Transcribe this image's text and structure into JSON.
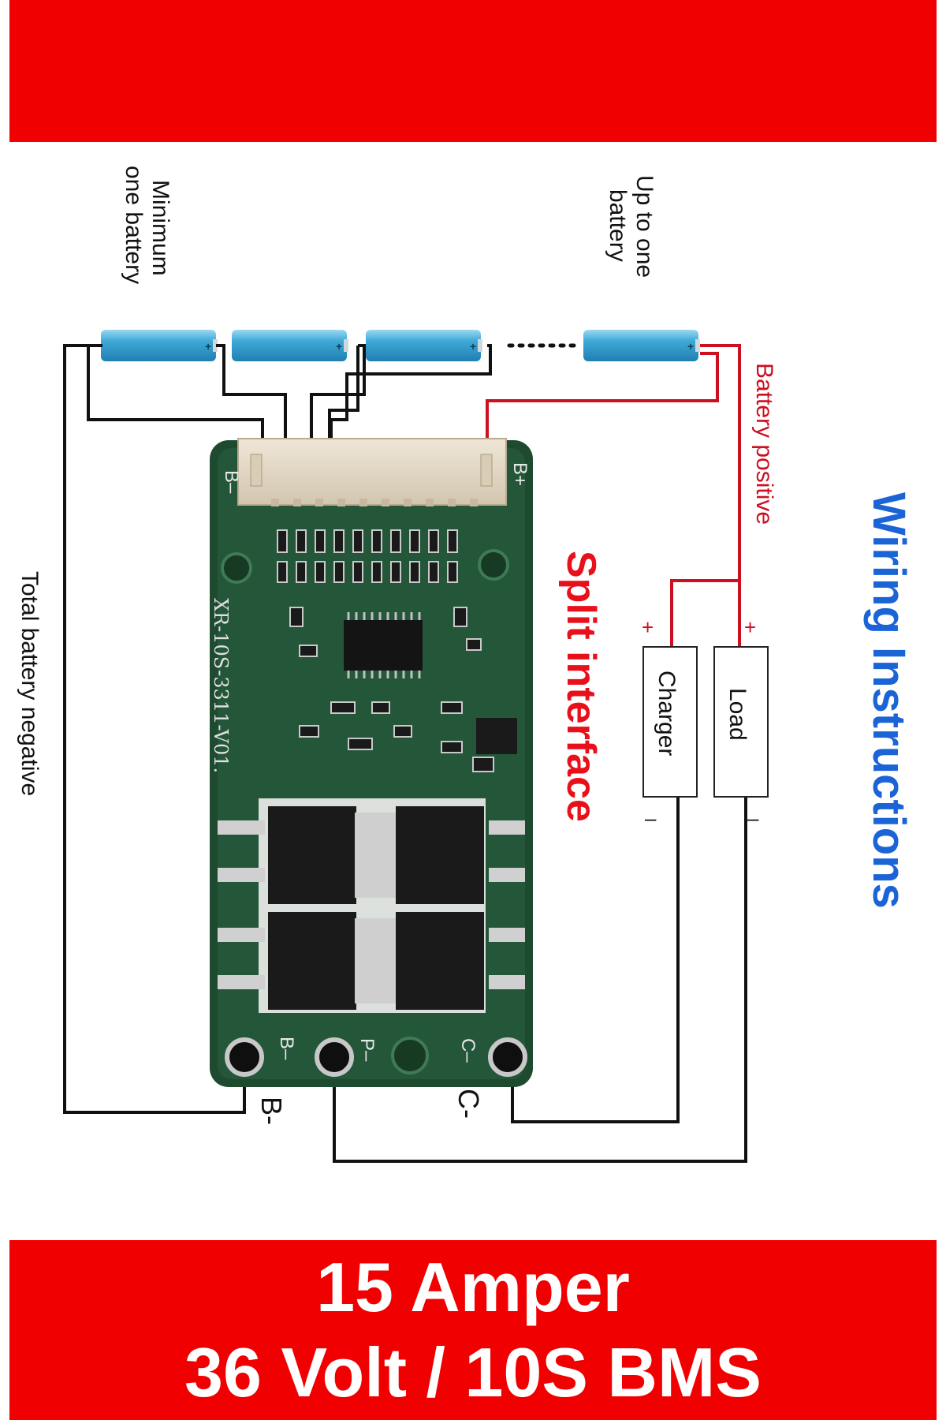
{
  "labels": {
    "minimum_line1": "Minimum",
    "minimum_line2": "one battery",
    "upto_line1": "Up to one",
    "upto_line2": "battery",
    "battery_positive": "Battery positive",
    "total_negative": "Total battery negative",
    "split_interface": "Split interface",
    "wiring_instructions": "Wiring Instructions",
    "charger": "Charger",
    "load": "Load",
    "plus": "+",
    "minus": "–",
    "b_minus": "B-",
    "c_minus": "C-",
    "board_b_minus": "B–",
    "board_b_plus": "B+",
    "board_p_minus": "P–",
    "board_c_minus": "C–",
    "board_model": "XR-10S-3311-V01."
  },
  "banner": {
    "line1": "15 Amper",
    "line2": "36 Volt / 10S BMS"
  },
  "colors": {
    "banner_red": "#f00000",
    "wire_red": "#cc1020",
    "wire_black": "#111111",
    "pcb_green": "#1e4a30",
    "cell_blue": "#3aa6d6",
    "split_red": "#e8101a",
    "wiring_blue": "#1b64d6"
  }
}
